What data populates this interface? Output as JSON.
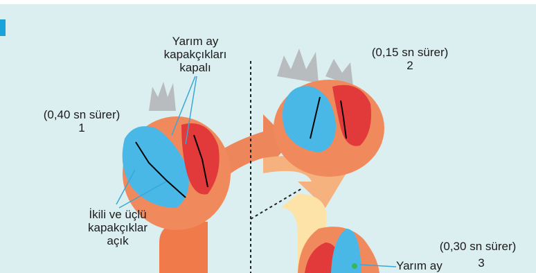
{
  "colors": {
    "background": "#dceff0",
    "accent_bar": "#1aa3d8",
    "ring_arrow": "#f07a4a",
    "ring_light": "#f6b27e",
    "ring_pale": "#fde3a8",
    "heart_red": "#e23a3a",
    "heart_blue": "#4ab8e6",
    "heart_outer": "#f08a5c",
    "vessels": "#b9bcbf",
    "pointer_line": "#3aa6d8"
  },
  "stage1": {
    "duration": "(0,40 sn sürer)",
    "number": "1",
    "semilunar_label": [
      "Yarım ay",
      "kapakçıkları",
      "kapalı"
    ],
    "av_label": [
      "İkili ve üçlü",
      "kapakçıklar",
      "açık"
    ]
  },
  "stage2": {
    "duration": "(0,15 sn sürer)",
    "number": "2"
  },
  "stage3": {
    "duration": "(0,30 sn sürer)",
    "number": "3",
    "semilunar_label": "Yarım ay"
  }
}
